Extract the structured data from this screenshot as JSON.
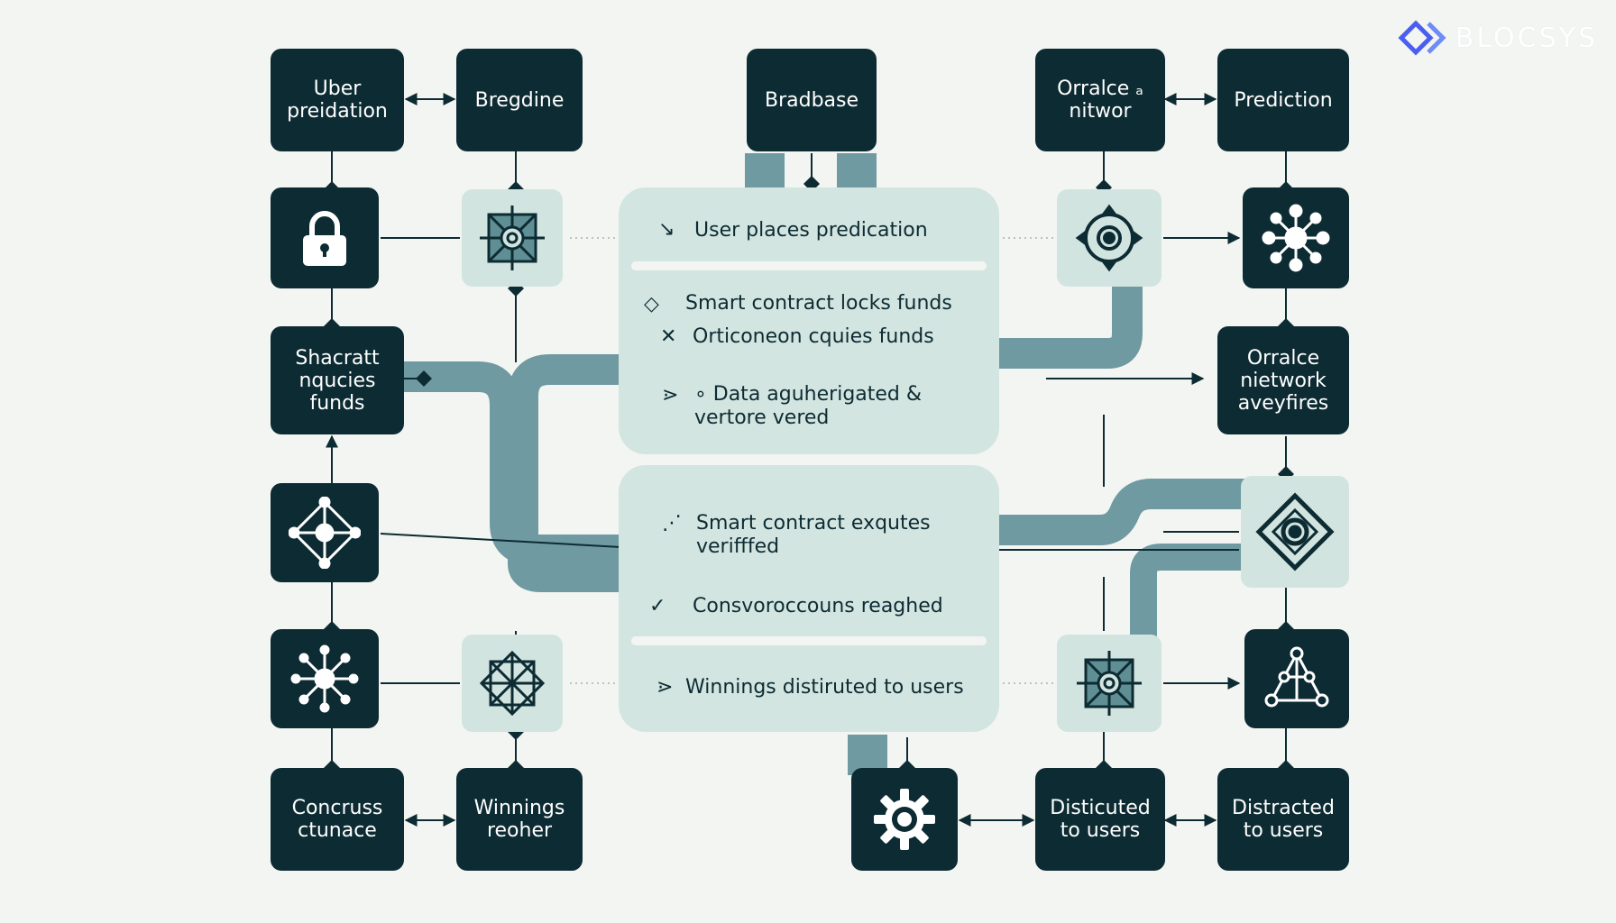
{
  "brand": {
    "name": "BLOCSYS",
    "icon": "diamond-logo-icon",
    "color": "#4a5ff0"
  },
  "colors": {
    "dark": "#0d2b33",
    "light": "#d3e5e0",
    "teal_pipe": "#6f9aa1",
    "background": "#f3f5f2"
  },
  "nodes": {
    "uber_prediation": "Uber\npreidation",
    "bregdine": "Bregdine",
    "bradbase": "Bradbase",
    "orralce_nitwor": "Orralce ₐ\nnitwor",
    "prediction": "Prediction",
    "shacratt": "Shacratt\nnqucies\nfunds",
    "orralce_network": "Orralce\nnietwork\naveyfires",
    "concruss": "Concruss\nctunace",
    "winnings_reoher": "Winnings\nreoher",
    "disticuted": "Disticuted\nto users",
    "distracted": "Distracted\nto users"
  },
  "icons": {
    "left_lock": "lock-icon",
    "left_mid": "network-diamond-icon",
    "left_lower": "hub-spokes-icon",
    "inner_left_top": "framed-target-icon",
    "inner_left_bottom": "geometric-star-icon",
    "inner_right_top": "target-ring-icon",
    "inner_right_bottom": "framed-target-icon",
    "right_top": "hub-network-icon",
    "right_mid": "diamond-target-icon",
    "right_bottom": "triangle-network-icon",
    "gear": "gear-icon"
  },
  "panel_top": {
    "steps": [
      {
        "glyph": "↘",
        "text": "User places predication"
      },
      {
        "glyph": "◇",
        "text": "Smart contract locks funds"
      },
      {
        "glyph": "✕",
        "text": "Orticoneon cquies funds"
      },
      {
        "glyph": "⋗",
        "text": "∘ Data aguherigated &\nvertore vered"
      }
    ]
  },
  "panel_bottom": {
    "steps": [
      {
        "glyph": "⋰",
        "text": "Smart contract exqutes\n  verifffed"
      },
      {
        "glyph": "✓",
        "text": "Consvoroccouns reaghed"
      },
      {
        "glyph": "⋗",
        "text": "Winnings distiruted to users"
      }
    ]
  }
}
